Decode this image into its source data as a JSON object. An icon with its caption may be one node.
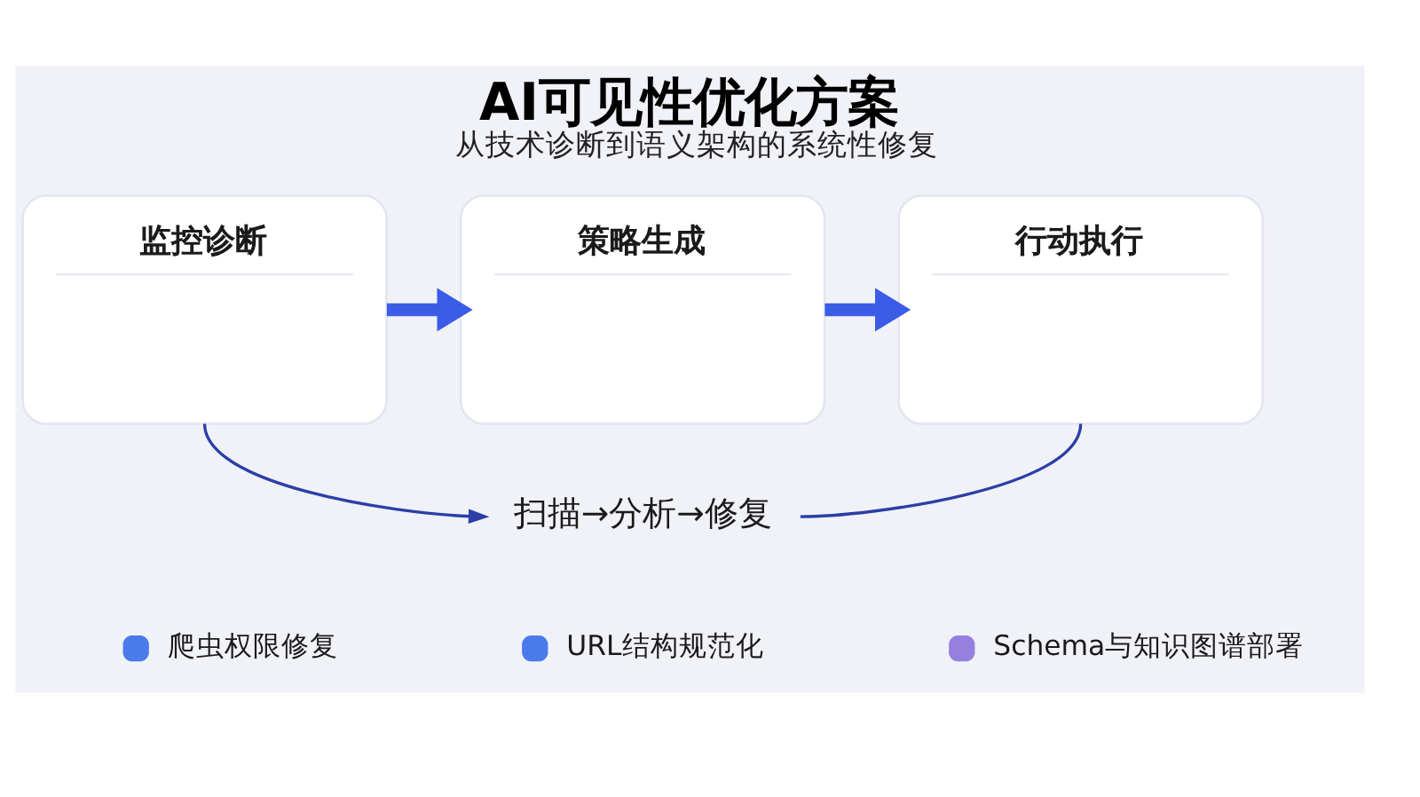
{
  "diagram": {
    "title": "AI可见性优化方案",
    "caption": "从技术诊断到语义架构的系统性修复",
    "nodes": [
      {
        "text": [
          "监控诊断"
        ]
      },
      {
        "text": [
          "策略生成"
        ]
      },
      {
        "text": [
          "行动执行"
        ]
      },
      {
        "text": [
          "扫描→分析→修复"
        ]
      }
    ],
    "edges": [
      {
        "from": 0,
        "to": 1,
        "arrow": "to",
        "style": "thick"
      },
      {
        "from": 1,
        "to": 2,
        "arrow": "to",
        "style": "thick"
      },
      {
        "from": 0,
        "to": 3,
        "arrow": "to",
        "color": "#2b3fa6"
      },
      {
        "from": 3,
        "to": 2,
        "arrow": "none",
        "color": "#2b3fa6"
      }
    ],
    "legend": [
      {
        "text": "爬虫权限修复",
        "color": "#4a7bea"
      },
      {
        "text": "URL结构规范化",
        "color": "#4a7bea"
      },
      {
        "text": "Schema与知识图谱部署",
        "color": "#9580e0"
      }
    ]
  }
}
